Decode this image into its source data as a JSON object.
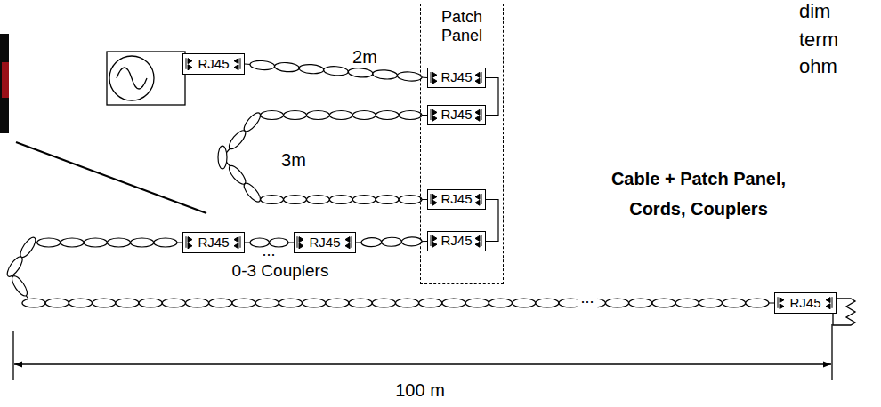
{
  "diagram": {
    "nodes": [
      {
        "text": [
          "RJ45"
        ]
      },
      {
        "text": [
          "Patch Panel"
        ]
      },
      {
        "text": [
          "RJ45"
        ],
        "in": 1
      },
      {
        "text": [
          "RJ45"
        ],
        "in": 1
      },
      {
        "text": [
          "RJ45"
        ],
        "in": 1
      },
      {
        "text": [
          "RJ45"
        ],
        "in": 1
      },
      {
        "text": [
          "RJ45"
        ]
      },
      {
        "text": [
          "RJ45"
        ]
      },
      {
        "text": [
          "RJ45"
        ]
      }
    ],
    "edges": [
      {
        "from": 0,
        "to": 2,
        "arrow": "none",
        "label": "2m"
      },
      {
        "from": 2,
        "to": 3,
        "arrow": "none"
      },
      {
        "from": 3,
        "to": 4,
        "arrow": "none",
        "label": "3m"
      },
      {
        "from": 4,
        "to": 5,
        "arrow": "none"
      },
      {
        "from": 5,
        "to": 7,
        "arrow": "none"
      },
      {
        "from": 7,
        "to": 6,
        "arrow": "none"
      },
      {
        "from": 6,
        "to": 8,
        "arrow": "none"
      }
    ],
    "labels": [
      "dim",
      "term",
      "ohm",
      "Cable + Patch Panel, Cords, Couplers",
      "...",
      "0-3 Couplers",
      "...",
      "100 m"
    ]
  }
}
